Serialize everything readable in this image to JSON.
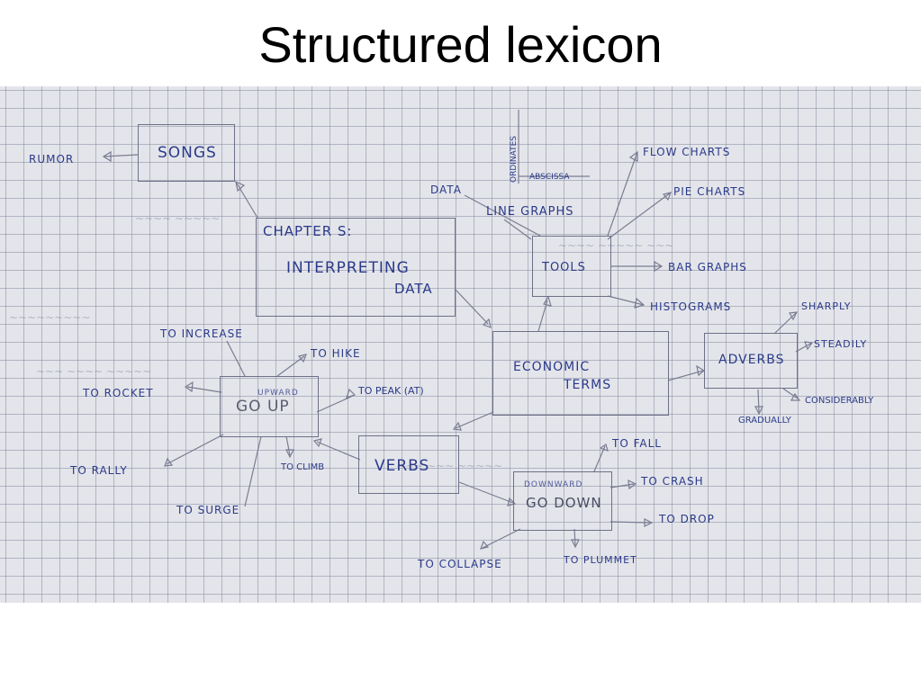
{
  "slide": {
    "title": "Structured lexicon"
  },
  "diagram": {
    "nodes": {
      "songs": "SONGS",
      "chapter_heading": "CHAPTER S:",
      "chapter_line1": "INTERPRETING",
      "chapter_line2": "DATA",
      "tools": "TOOLS",
      "economic_line1": "ECONOMIC",
      "economic_line2": "TERMS",
      "adverbs": "ADVERBS",
      "go_up": "GO UP",
      "go_up_note": "UPWARD",
      "verbs": "VERBS",
      "go_down": "GO DOWN",
      "go_down_note": "DOWNWARD"
    },
    "labels": {
      "rumor": "RUMOR",
      "ordinates": "ORDINATES",
      "abscissa": "ABSCISSA",
      "data": "DATA",
      "line_graphs": "LINE GRAPHS",
      "flow_charts": "FLOW CHARTS",
      "pie_charts": "PIE CHARTS",
      "bar_graphs": "BAR GRAPHS",
      "histograms": "HISTOGRAMS",
      "sharply": "SHARPLY",
      "steadily": "STEADILY",
      "considerably": "CONSIDERABLY",
      "gradually": "GRADUALLY",
      "to_increase": "TO INCREASE",
      "to_hike": "TO HIKE",
      "to_rocket": "TO ROCKET",
      "to_peak": "TO PEAK (AT)",
      "to_rally": "TO RALLY",
      "to_climb": "TO CLIMB",
      "to_surge": "TO SURGE",
      "to_fall": "TO FALL",
      "to_crash": "TO CRASH",
      "to_drop": "TO DROP",
      "to_collapse": "TO COLLAPSE",
      "to_plummet": "TO PLUMMET"
    }
  }
}
